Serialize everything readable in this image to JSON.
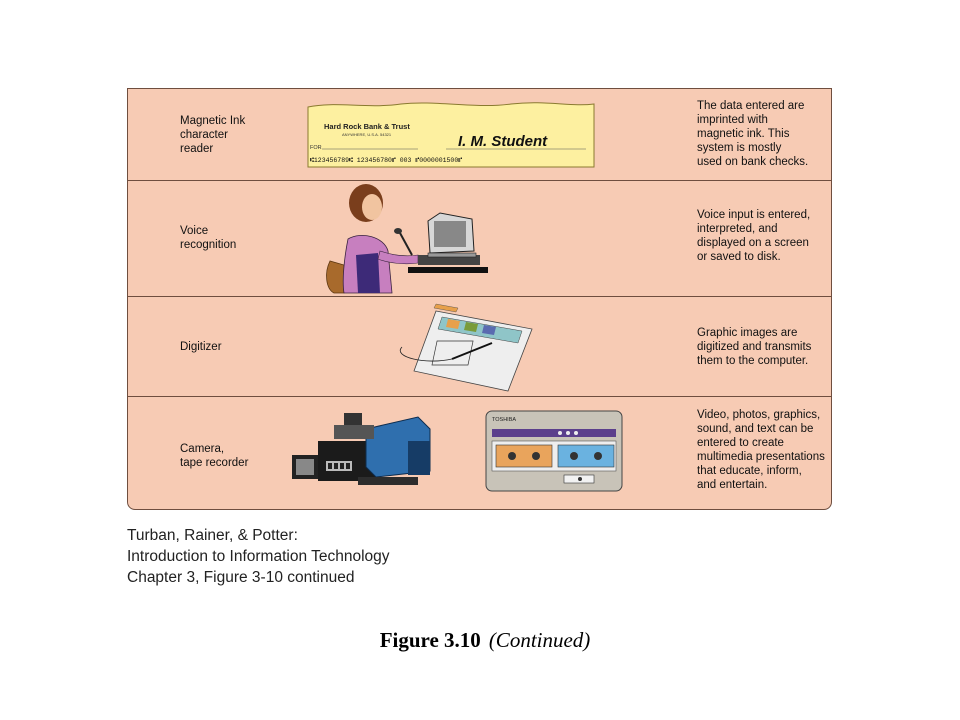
{
  "rows": [
    {
      "label": "Magnetic Ink\ncharacter\nreader",
      "description": "The data entered are\nimprinted with\nmagnetic ink. This\nsystem is mostly\nused on bank checks.",
      "icon": "bank-check-icon",
      "check": {
        "bank_name": "Hard Rock Bank & Trust",
        "bank_address": "ANYWHERE, U.S.A. 54321",
        "for_label": "FOR",
        "signature": "I. M. Student",
        "micr_line": "⑆123456789⑆   123456780⑈    003        ⑈0000001500⑈"
      }
    },
    {
      "label": "Voice\nrecognition",
      "description": "Voice input is entered,\ninterpreted, and\ndisplayed on a screen\nor saved to disk.",
      "icon": "person-speaking-into-microphone-icon"
    },
    {
      "label": "Digitizer",
      "description": "Graphic images are\ndigitized and transmits\nthem to the computer.",
      "icon": "digitizer-tablet-icon"
    },
    {
      "label": "Camera,\ntape recorder",
      "description": "Video, photos, graphics,\nsound, and text can be\nentered to create\nmultimedia presentations\nthat educate, inform,\nand entertain.",
      "icon": "video-camera-icon",
      "recorder_brand": "TOSHIBA"
    }
  ],
  "caption": "Turban, Rainer, & Potter:\nIntroduction to Information Technology\nChapter 3, Figure 3-10 continued",
  "figure_title": {
    "number": "Figure 3.10",
    "subtitle": "(Continued)"
  },
  "colors": {
    "panel_fill": "#f7cbb4",
    "panel_border": "#6f4e3f",
    "check_fill": "#fdf0a0",
    "accent_purple": "#5b3f8c",
    "accent_blue": "#2f6fae"
  }
}
